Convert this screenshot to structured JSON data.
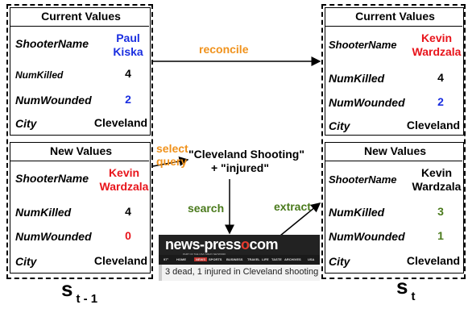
{
  "colors": {
    "red": "#e8141b",
    "blue": "#1a2ee0",
    "green": "#4a7a1c",
    "orange": "#f0921c",
    "black": "#000000"
  },
  "left": {
    "current": {
      "title": "Current Values",
      "fields": [
        {
          "label": "ShooterName",
          "value": "Paul Kiska",
          "value_lines": [
            "Paul",
            "Kiska"
          ],
          "color": "blue"
        },
        {
          "label": "NumKilled",
          "value": "4",
          "value_lines": [
            "4"
          ],
          "color": "black"
        },
        {
          "label": "NumWounded",
          "value": "2",
          "value_lines": [
            "2"
          ],
          "color": "blue"
        },
        {
          "label": "City",
          "value": "Cleveland",
          "value_lines": [
            "Cleveland"
          ],
          "color": "black"
        }
      ]
    },
    "new": {
      "title": "New Values",
      "fields": [
        {
          "label": "ShooterName",
          "value": "Kevin Wardzala",
          "value_lines": [
            "Kevin",
            "Wardzala"
          ],
          "color": "red"
        },
        {
          "label": "NumKilled",
          "value": "4",
          "value_lines": [
            "4"
          ],
          "color": "black"
        },
        {
          "label": "NumWounded",
          "value": "0",
          "value_lines": [
            "0"
          ],
          "color": "red"
        },
        {
          "label": "City",
          "value": "Cleveland",
          "value_lines": [
            "Cleveland"
          ],
          "color": "black"
        }
      ]
    },
    "state_main": "s",
    "state_sub": "t - 1"
  },
  "right": {
    "current": {
      "title": "Current Values",
      "fields": [
        {
          "label": "ShooterName",
          "value": "Kevin Wardzala",
          "value_lines": [
            "Kevin",
            "Wardzala"
          ],
          "color": "red"
        },
        {
          "label": "NumKilled",
          "value": "4",
          "value_lines": [
            "4"
          ],
          "color": "black"
        },
        {
          "label": "NumWounded",
          "value": "2",
          "value_lines": [
            "2"
          ],
          "color": "blue"
        },
        {
          "label": "City",
          "value": "Cleveland",
          "value_lines": [
            "Cleveland"
          ],
          "color": "black"
        }
      ]
    },
    "new": {
      "title": "New Values",
      "fields": [
        {
          "label": "ShooterName",
          "value": "Kevin Wardzala",
          "value_lines": [
            "Kevin",
            "Wardzala"
          ],
          "color": "black"
        },
        {
          "label": "NumKilled",
          "value": "3",
          "value_lines": [
            "3"
          ],
          "color": "green"
        },
        {
          "label": "NumWounded",
          "value": "1",
          "value_lines": [
            "1"
          ],
          "color": "green"
        },
        {
          "label": "City",
          "value": "Cleveland",
          "value_lines": [
            "Cleveland"
          ],
          "color": "black"
        }
      ]
    },
    "state_main": "s",
    "state_sub": "t"
  },
  "actions": {
    "reconcile": "reconcile",
    "select_query_line1": "select",
    "select_query_line2": "query",
    "query_line1": "\"Cleveland Shooting\"",
    "query_line2": "+ \"injured\"",
    "search": "search",
    "extract": "extract"
  },
  "news": {
    "logo_prefix": "news-press",
    "logo_o": "o",
    "logo_suffix": "com",
    "tagline": "PART OF THE USA TODAY NETWORK",
    "nav": [
      "97°",
      "HOME",
      "NEWS",
      "SPORTS",
      "BUSINESS",
      "TRAVEL",
      "LIFE",
      "TASTE",
      "ARCHIVES",
      "USA"
    ],
    "headline": "3 dead, 1 injured in Cleveland shooting"
  }
}
